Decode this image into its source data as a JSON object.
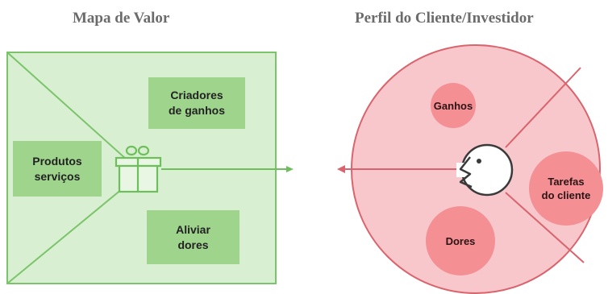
{
  "value_map": {
    "title": "Mapa de Valor",
    "gain_creators": "Criadores\nde ganhos",
    "products_services": "Produtos\nserviços",
    "pain_relievers": "Aliviar\ndores",
    "colors": {
      "fill": "#d8efd1",
      "stroke": "#7cc46b",
      "box": "#9fd48d"
    },
    "icon": "gift-icon"
  },
  "customer_profile": {
    "title": "Perfil do Cliente/Investidor",
    "gains": "Ganhos",
    "customer_jobs": "Tarefas\ndo cliente",
    "pains": "Dores",
    "colors": {
      "fill": "#f8c7cb",
      "stroke": "#d9646d",
      "bubble": "#f48f94"
    },
    "icon": "face-icon"
  }
}
